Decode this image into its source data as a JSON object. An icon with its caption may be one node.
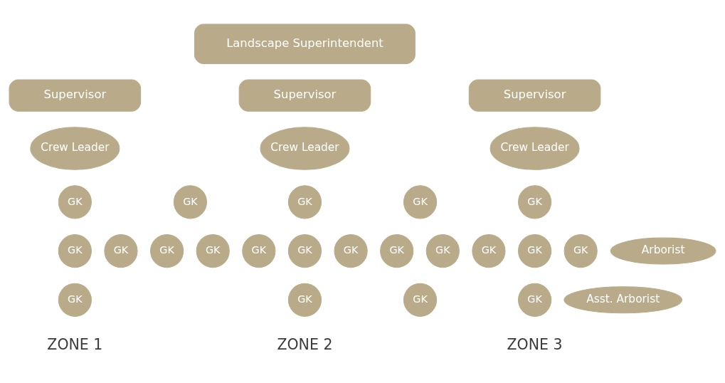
{
  "diagram": {
    "nodes": [
      {
        "text": [
          "Landscape Superintendent"
        ]
      },
      {
        "text": [
          "Supervisor"
        ]
      },
      {
        "text": [
          "Supervisor"
        ]
      },
      {
        "text": [
          "Supervisor"
        ]
      },
      {
        "text": [
          "Crew Leader"
        ]
      },
      {
        "text": [
          "Crew Leader"
        ]
      },
      {
        "text": [
          "Crew Leader"
        ]
      },
      {
        "text": [
          "GK"
        ]
      },
      {
        "text": [
          "GK"
        ]
      },
      {
        "text": [
          "GK"
        ]
      },
      {
        "text": [
          "GK"
        ]
      },
      {
        "text": [
          "GK"
        ]
      },
      {
        "text": [
          "GK"
        ]
      },
      {
        "text": [
          "GK"
        ]
      },
      {
        "text": [
          "GK"
        ]
      },
      {
        "text": [
          "GK"
        ]
      },
      {
        "text": [
          "GK"
        ]
      },
      {
        "text": [
          "GK"
        ]
      },
      {
        "text": [
          "GK"
        ]
      },
      {
        "text": [
          "GK"
        ]
      },
      {
        "text": [
          "GK"
        ]
      },
      {
        "text": [
          "GK"
        ]
      },
      {
        "text": [
          "GK"
        ]
      },
      {
        "text": [
          "GK"
        ]
      },
      {
        "text": [
          "Arborist"
        ]
      },
      {
        "text": [
          "GK"
        ]
      },
      {
        "text": [
          "GK"
        ]
      },
      {
        "text": [
          "GK"
        ]
      },
      {
        "text": [
          "GK"
        ]
      },
      {
        "text": [
          "Asst. Arborist"
        ]
      }
    ],
    "labels": [
      "ZONE 1",
      "ZONE 2",
      "ZONE 3"
    ]
  }
}
